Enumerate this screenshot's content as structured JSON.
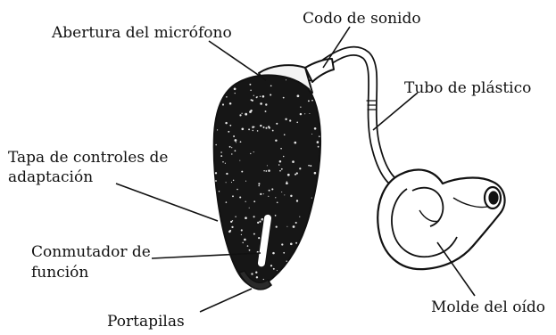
{
  "labels": {
    "microphone_opening": "Abertura del micrófono",
    "sound_elbow": "Codo de sonido",
    "plastic_tube": "Tubo de plástico",
    "control_cover_line1": "Tapa de controles de",
    "control_cover_line2": "adaptación",
    "function_switch_line1": "Conmutador de",
    "function_switch_line2": "función",
    "battery_holder": "Portapilas",
    "ear_mold": "Molde del oído"
  },
  "colors": {
    "ink": "#111111",
    "body_fill": "#161616",
    "speckle": "#e8e8e8",
    "paper": "#ffffff"
  }
}
